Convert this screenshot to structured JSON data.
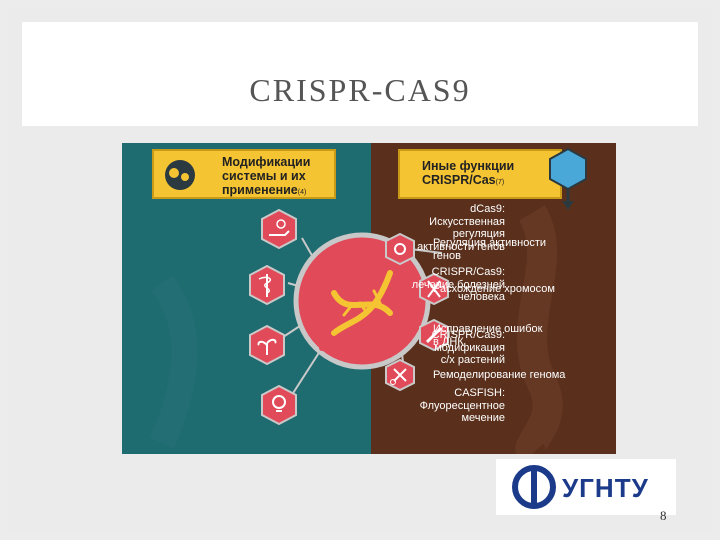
{
  "slide": {
    "title": "CRISPR-CAS9",
    "page_number": "8"
  },
  "infographic": {
    "left_header": "Модификации\nсистемы и их\nприменение",
    "left_header_ref": "(4)",
    "right_header": "Иные функции\nCRISPR/Cas",
    "right_header_ref": "(7)",
    "left_items": [
      {
        "text": "dCas9:\nИскусственная\nрегуляция\nактивности генов",
        "icon": "hand-hormone-icon"
      },
      {
        "text": "CRISPR/Cas9:\nлечение болезней\nчеловека",
        "icon": "caduceus-icon"
      },
      {
        "text": "CRISPR/Cas9:\nмодификация\nс/х растений",
        "icon": "plant-icon"
      },
      {
        "text": "CASFISH:\nФлуоресцентное\nмечение",
        "icon": "lightbulb-icon"
      }
    ],
    "right_items": [
      {
        "text": "Регуляция активности\nгенов",
        "icon": "gears-icon"
      },
      {
        "text": "Расхождение хромосом",
        "icon": "chromosome-icon"
      },
      {
        "text": "Исправление ошибок\nв ДНК",
        "icon": "syringe-icon"
      },
      {
        "text": "Ремоделирование генома",
        "icon": "scissors-icon"
      }
    ],
    "colors": {
      "left_panel": "#1e6b70",
      "right_panel": "#5a301c",
      "banner": "#f5c433",
      "hex": "#e14a59",
      "center_circle": "#e14a59",
      "connector": "#c9c9c9",
      "dna": "#f5c433"
    }
  },
  "logo": {
    "text": "УГНТУ"
  }
}
